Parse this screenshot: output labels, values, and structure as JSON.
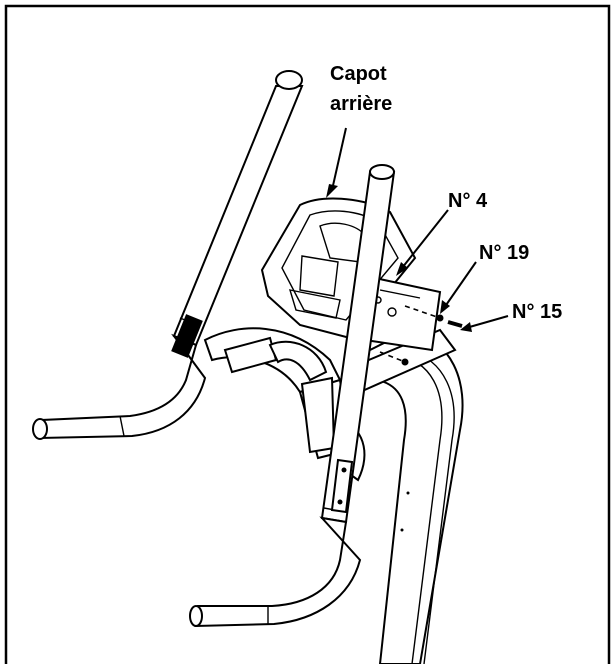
{
  "labels": {
    "rear_cover_line1": "Capot",
    "rear_cover_line2": "arrière",
    "part_4": "N° 4",
    "part_19": "N° 19",
    "part_15": "N° 15"
  }
}
